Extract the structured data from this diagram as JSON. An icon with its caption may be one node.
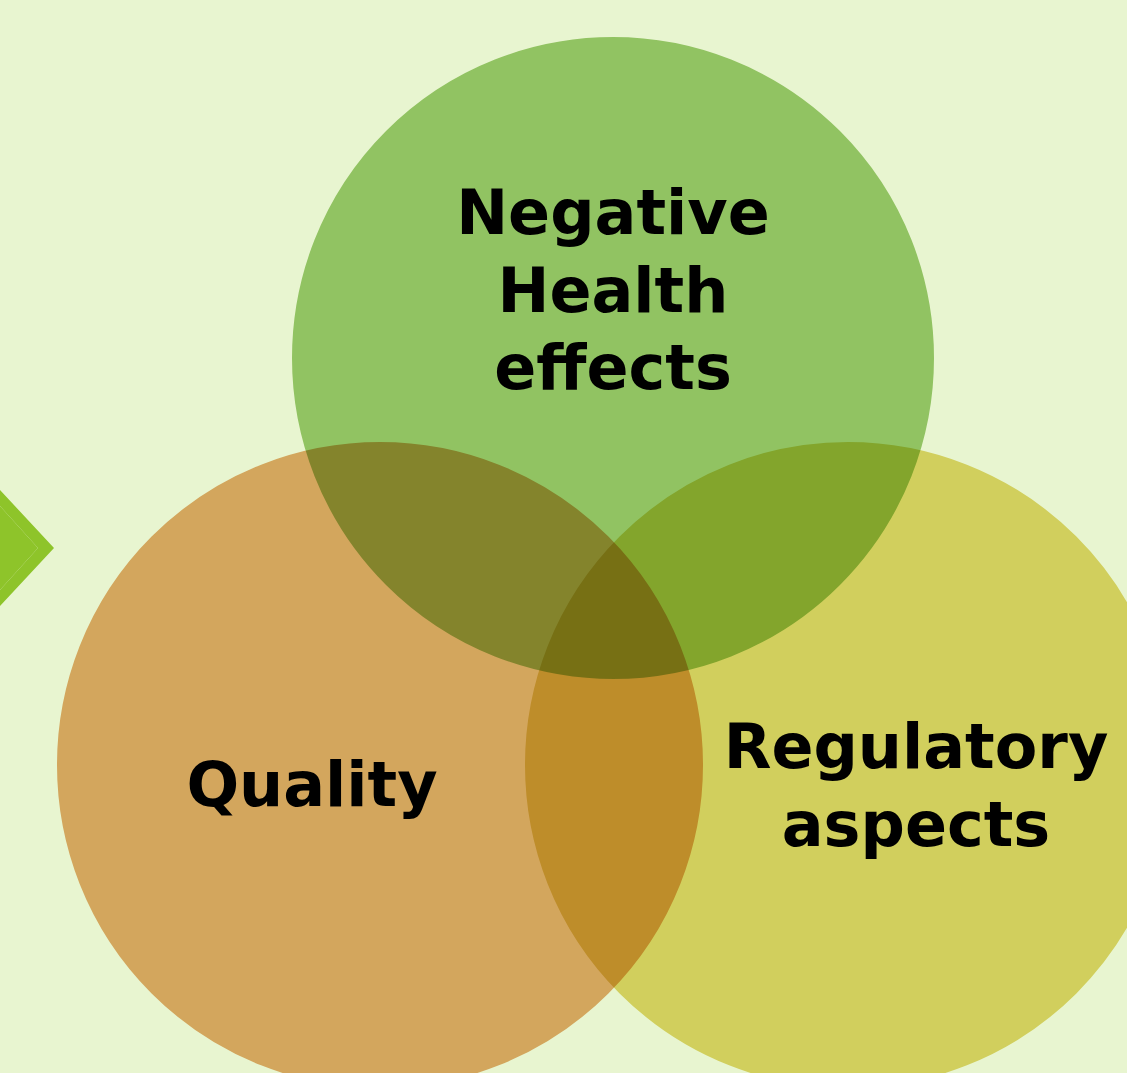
{
  "diagram": {
    "nodes": [
      {
        "text": [
          "Negative Health effects"
        ]
      },
      {
        "text": [
          "Quality"
        ]
      },
      {
        "text": [
          "Regulatory aspects"
        ]
      }
    ]
  }
}
